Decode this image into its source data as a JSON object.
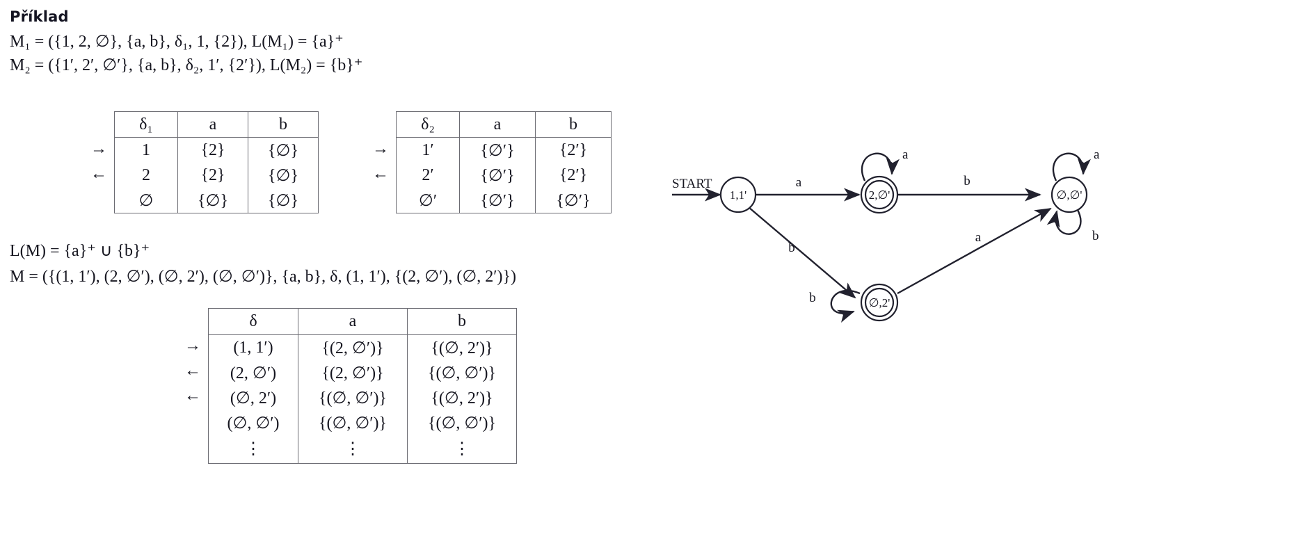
{
  "heading": "Příklad",
  "definitions": {
    "m1": "M₁ = ({1, 2, ∅}, {a, b}, δ₁, 1, {2}),  L(M₁) = {a}⁺",
    "m2": "M₂ = ({1′, 2′, ∅′}, {a, b}, δ₂, 1′, {2′}),  L(M₂) = {b}⁺",
    "lm": "L(M) = {a}⁺ ∪ {b}⁺",
    "m": "M = ({(1, 1′), (2, ∅′), (∅, 2′), (∅, ∅′)}, {a, b}, δ, (1, 1′), {(2, ∅′), (∅, 2′)})"
  },
  "table_delta1": {
    "corner": "δ₁",
    "columns": [
      "a",
      "b"
    ],
    "rows": [
      {
        "marker": "→",
        "state": "1",
        "a": "{2}",
        "b": "{∅}"
      },
      {
        "marker": "←",
        "state": "2",
        "a": "{2}",
        "b": "{∅}"
      },
      {
        "marker": "",
        "state": "∅",
        "a": "{∅}",
        "b": "{∅}"
      }
    ]
  },
  "table_delta2": {
    "corner": "δ₂",
    "columns": [
      "a",
      "b"
    ],
    "rows": [
      {
        "marker": "→",
        "state": "1′",
        "a": "{∅′}",
        "b": "{2′}"
      },
      {
        "marker": "←",
        "state": "2′",
        "a": "{∅′}",
        "b": "{2′}"
      },
      {
        "marker": "",
        "state": "∅′",
        "a": "{∅′}",
        "b": "{∅′}"
      }
    ]
  },
  "table_delta": {
    "corner": "δ",
    "columns": [
      "a",
      "b"
    ],
    "rows": [
      {
        "marker": "→",
        "state": "(1, 1′)",
        "a": "{(2, ∅′)}",
        "b": "{(∅, 2′)}"
      },
      {
        "marker": "←",
        "state": "(2, ∅′)",
        "a": "{(2, ∅′)}",
        "b": "{(∅, ∅′)}"
      },
      {
        "marker": "←",
        "state": "(∅, 2′)",
        "a": "{(∅, ∅′)}",
        "b": "{(∅, 2′)}"
      },
      {
        "marker": "",
        "state": "(∅, ∅′)",
        "a": "{(∅, ∅′)}",
        "b": "{(∅, ∅′)}"
      },
      {
        "marker": "",
        "state": "⋮",
        "a": "⋮",
        "b": "⋮"
      }
    ]
  },
  "diagram": {
    "start_label": "START",
    "nodes": [
      {
        "id": "n-1-1p",
        "label": "1,1'",
        "accepting": false
      },
      {
        "id": "n-2-0p",
        "label": "2,∅'",
        "accepting": true
      },
      {
        "id": "n-0-0p",
        "label": "∅,∅'",
        "accepting": false
      },
      {
        "id": "n-0-2p",
        "label": "∅,2'",
        "accepting": true
      }
    ],
    "edges": [
      {
        "id": "e-11p-20p",
        "label": "a"
      },
      {
        "id": "e-11p-02p",
        "label": "b"
      },
      {
        "id": "e-20p-20p",
        "label": "a"
      },
      {
        "id": "e-20p-00p",
        "label": "b"
      },
      {
        "id": "e-00p-00p-a",
        "label": "a"
      },
      {
        "id": "e-00p-00p-b",
        "label": "b"
      },
      {
        "id": "e-02p-02p",
        "label": "b"
      },
      {
        "id": "e-02p-00p",
        "label": "a"
      }
    ]
  }
}
